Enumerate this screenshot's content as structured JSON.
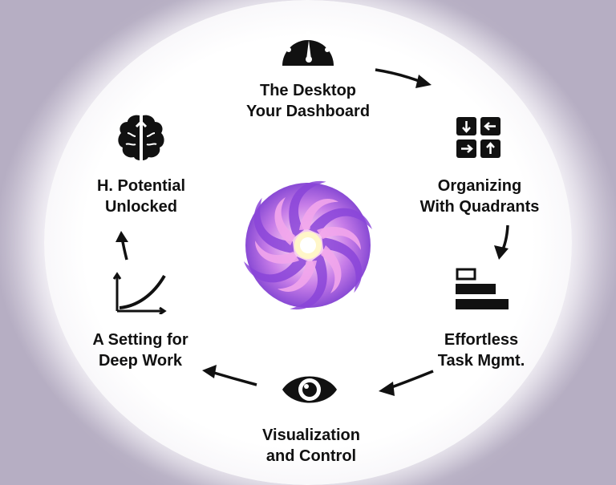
{
  "colors": {
    "ink": "#111111",
    "hub_purple": "#9b5de5",
    "hub_pink": "#e08ce8",
    "hub_core": "#fff7c6"
  },
  "steps": [
    {
      "label": "The Desktop\nYour Dashboard",
      "icon": "gauge-icon"
    },
    {
      "label": "Organizing\nWith Quadrants",
      "icon": "quadrant-arrows-icon"
    },
    {
      "label": "Effortless\nTask Mgmt.",
      "icon": "task-bars-icon"
    },
    {
      "label": "Visualization\nand Control",
      "icon": "eye-icon"
    },
    {
      "label": "A Setting for\nDeep Work",
      "icon": "growth-chart-icon"
    },
    {
      "label": "H. Potential\nUnlocked",
      "icon": "brain-icon"
    }
  ],
  "hub": {
    "icon": "spiral-logo-icon"
  }
}
